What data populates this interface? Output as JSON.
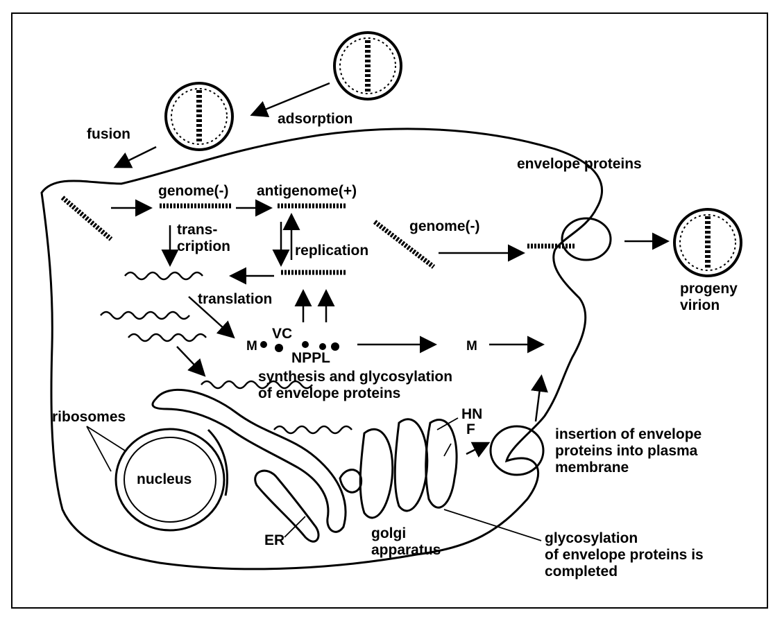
{
  "labels": {
    "adsorption": "adsorption",
    "fusion": "fusion",
    "envelope_proteins": "envelope proteins",
    "genome_neg_1": "genome(-)",
    "antigenome": "antigenome(+)",
    "genome_neg_2": "genome(-)",
    "transcription": "trans-\ncription",
    "replication": "replication",
    "translation": "translation",
    "progeny_virion": "progeny\nvirion",
    "m_left": "M",
    "m_right": "M",
    "vc": "VC",
    "nppl": "NPPL",
    "synthesis": "synthesis and glycosylation\nof envelope proteins",
    "ribosomes": "ribosomes",
    "nucleus": "nucleus",
    "er": "ER",
    "golgi": "golgi\napparatus",
    "hn": "HN",
    "f": "F",
    "insertion": "insertion of envelope\nproteins into plasma\nmembrane",
    "glycosylation_completed": "glycosylation\nof envelope proteins is\ncompleted"
  },
  "colors": {
    "ink": "#000000",
    "background": "#ffffff"
  }
}
